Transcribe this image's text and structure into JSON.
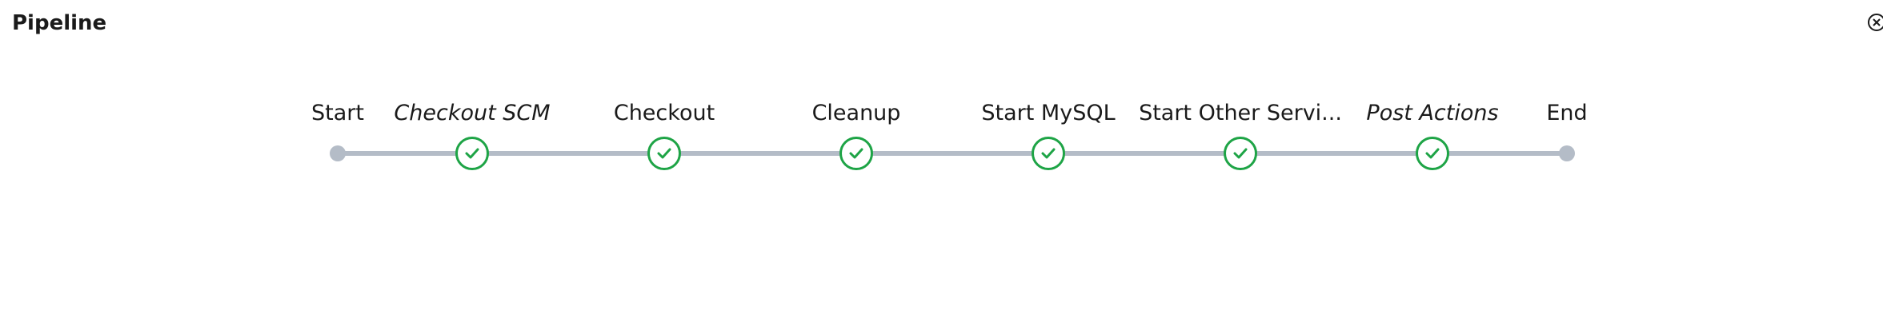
{
  "header": {
    "title": "Pipeline"
  },
  "close_icon": "close-circle-icon",
  "colors": {
    "success": "#1ea446",
    "track": "#b4bcc7",
    "text": "#1a1a1a"
  },
  "pipeline": {
    "stages": [
      {
        "label": "Start",
        "status": "start",
        "italic": false
      },
      {
        "label": "Checkout SCM",
        "status": "success",
        "italic": true
      },
      {
        "label": "Checkout",
        "status": "success",
        "italic": false
      },
      {
        "label": "Cleanup",
        "status": "success",
        "italic": false
      },
      {
        "label": "Start MySQL",
        "status": "success",
        "italic": false
      },
      {
        "label": "Start Other Servi...",
        "status": "success",
        "italic": false
      },
      {
        "label": "Post Actions",
        "status": "success",
        "italic": true
      },
      {
        "label": "End",
        "status": "end",
        "italic": false
      }
    ]
  }
}
